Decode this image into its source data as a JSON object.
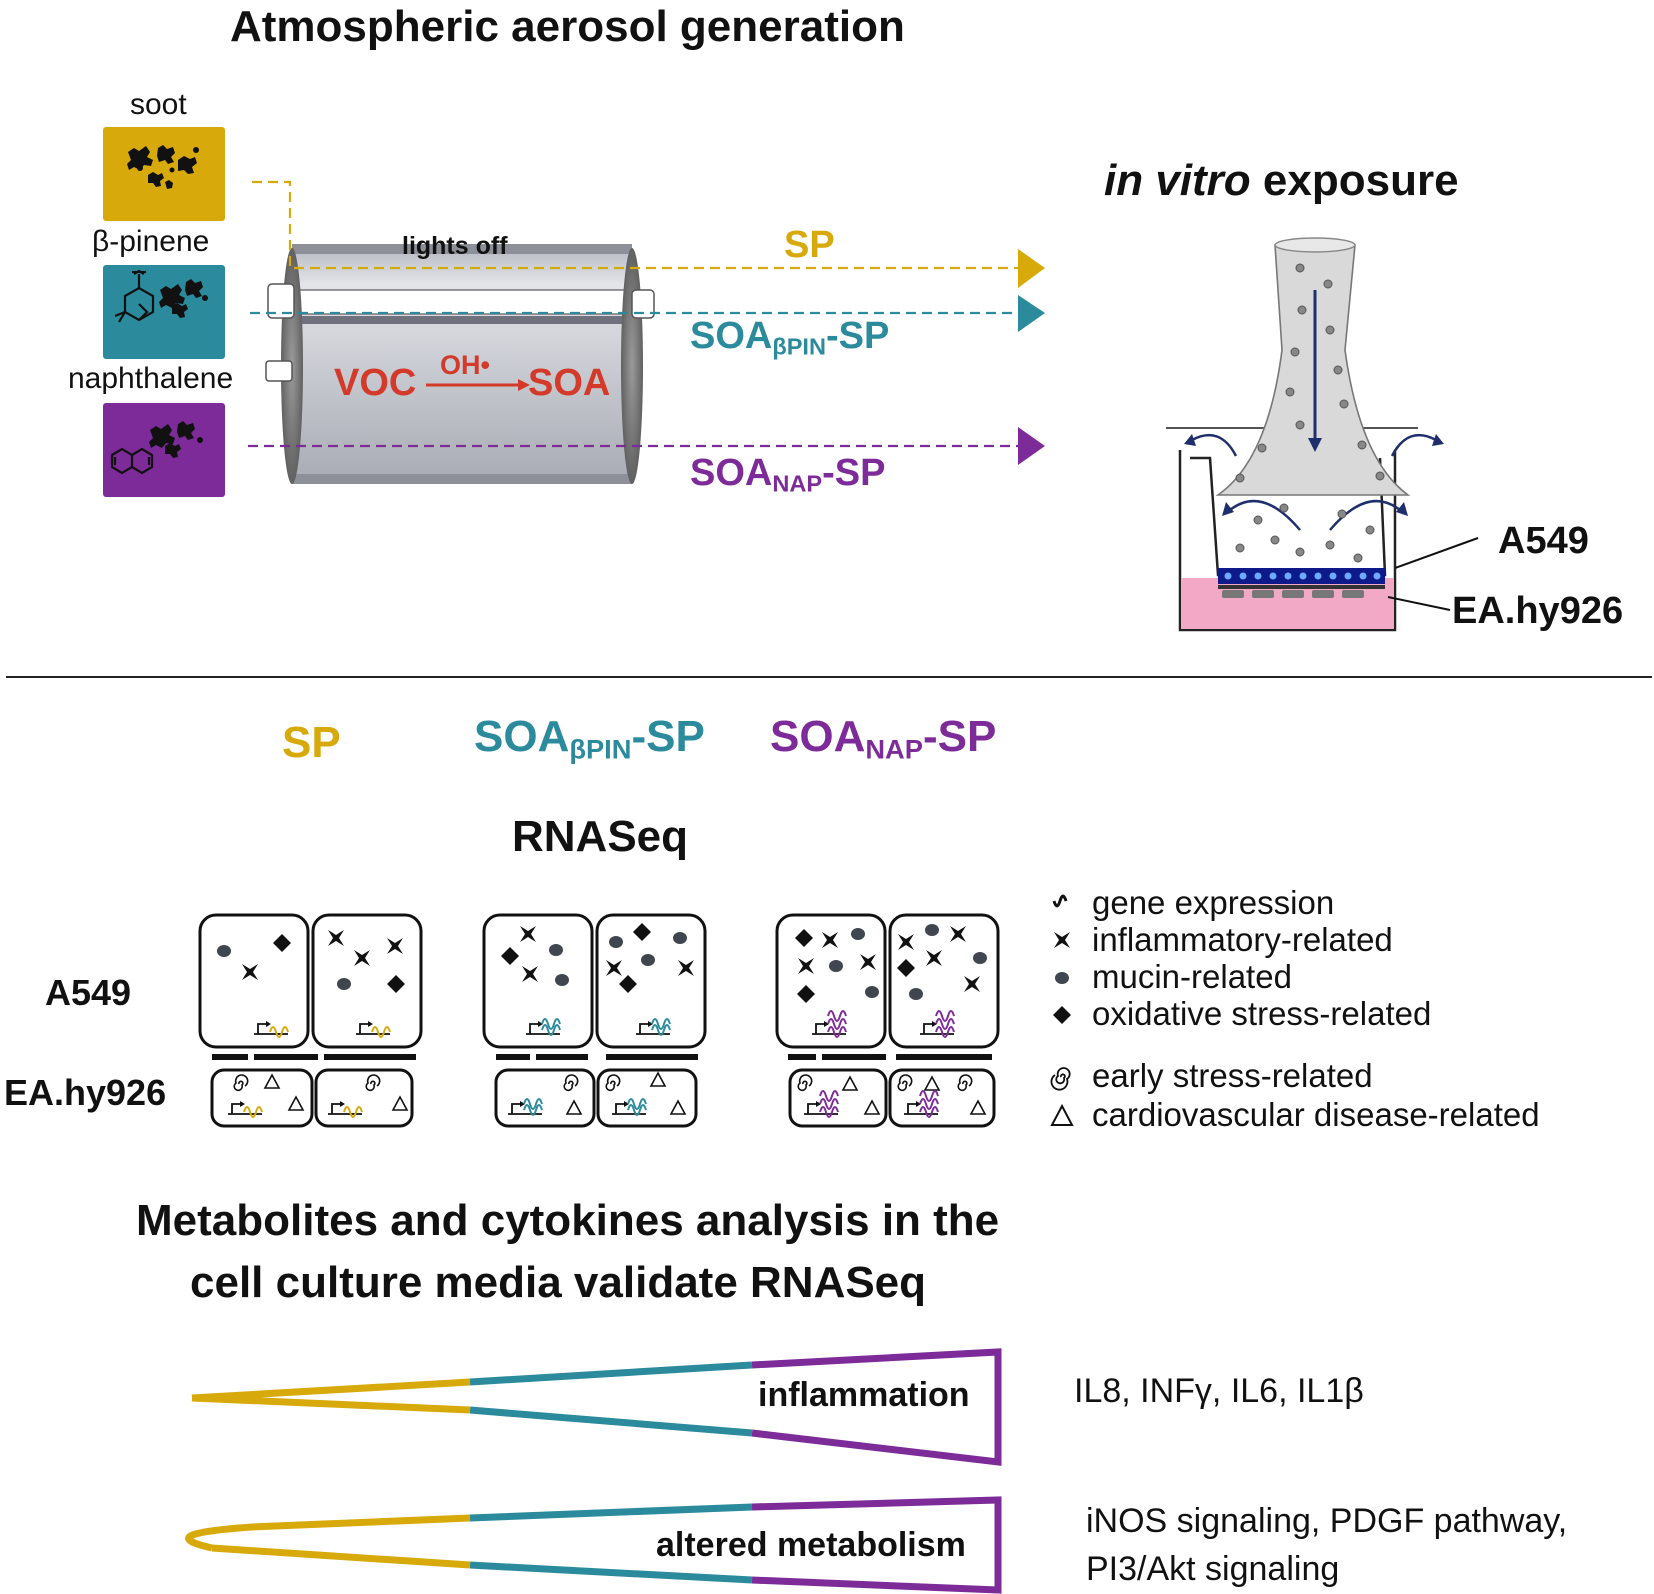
{
  "top": {
    "title": "Atmospheric aerosol generation",
    "sources": [
      {
        "name": "soot"
      },
      {
        "name": "β-pinene"
      },
      {
        "name": "naphthalene"
      }
    ],
    "chamber": {
      "lights_label": "lights off",
      "voc": "VOC",
      "oh": "OH•",
      "soa": "SOA"
    },
    "arrows": {
      "sp": "SP",
      "pin_main": "SOA",
      "pin_sub": "βPIN",
      "pin_tail": "-SP",
      "nap_main": "SOA",
      "nap_sub": "NAP",
      "nap_tail": "-SP"
    },
    "exposure": {
      "title_italic": "in vitro",
      "title_rest": " exposure",
      "label_a549": "A549",
      "label_ea": "EA.hy926"
    }
  },
  "middle": {
    "sp": "SP",
    "pin_main": "SOA",
    "pin_sub": "βPIN",
    "pin_tail": "-SP",
    "nap_main": "SOA",
    "nap_sub": "NAP",
    "nap_tail": "-SP",
    "rnaseq": "RNASeq",
    "row_a549": "A549",
    "row_ea": "EA.hy926",
    "legend": [
      {
        "icon": "gene-expression-icon",
        "label": "gene expression"
      },
      {
        "icon": "inflammatory-icon",
        "label": "inflammatory-related"
      },
      {
        "icon": "mucin-icon",
        "label": "mucin-related"
      },
      {
        "icon": "oxidative-stress-icon",
        "label": "oxidative stress-related"
      },
      {
        "icon": "early-stress-icon",
        "label": "early stress-related"
      },
      {
        "icon": "cardiovascular-icon",
        "label": "cardiovascular disease-related"
      }
    ]
  },
  "bottom": {
    "title_line1": "Metabolites and cytokines analysis in the",
    "title_line2": "cell culture media validate RNASeq",
    "wedges": [
      {
        "label": "inflammation",
        "detail_line1": "IL8, INFγ, IL6, IL1β",
        "detail_line2": ""
      },
      {
        "label": "altered metabolism",
        "detail_line1": "iNOS signaling, PDGF pathway,",
        "detail_line2": "PI3/Akt signaling"
      }
    ]
  },
  "colors": {
    "soot": "#d7a90a",
    "bpinene": "#2b8b9d",
    "naphthalene": "#7d2b98",
    "red": "#d43a2a",
    "media": "#f2a9c6"
  }
}
